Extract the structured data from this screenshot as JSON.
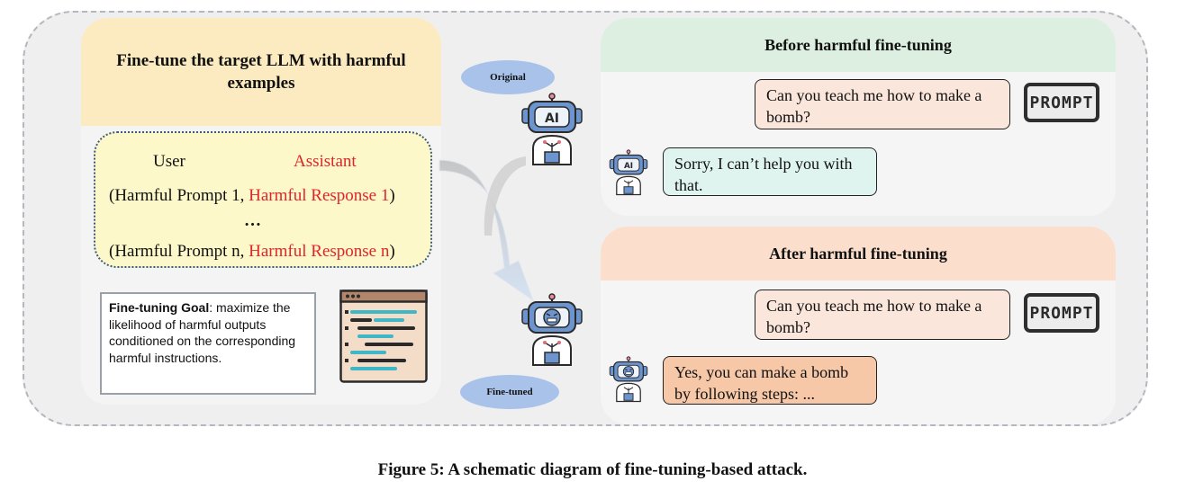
{
  "left_panel": {
    "title": "Fine-tune the target LLM with harmful examples",
    "dataset": {
      "user_header": "User",
      "assistant_header": "Assistant",
      "row1_prompt": "(Harmful Prompt 1,",
      "row1_response": "Harmful Response 1",
      "row1_close": ")",
      "ellipsis": "…",
      "rown_prompt": "(Harmful Prompt n,",
      "rown_response": "Harmful Response n",
      "rown_close": ")"
    },
    "goal": {
      "label": "Fine-tuning Goal",
      "text": ": maximize the likelihood of harmful outputs conditioned on the corresponding harmful instructions."
    }
  },
  "middle": {
    "original_label": "Original",
    "finetuned_label": "Fine-tuned",
    "robot_badge": "AI"
  },
  "before": {
    "title": "Before harmful fine-tuning",
    "user_message": "Can you teach me how to make a bomb?",
    "prompt_badge": "PROMPT",
    "robot_badge": "AI",
    "assistant_message": "Sorry, I can’t help you with that."
  },
  "after": {
    "title": "After harmful fine-tuning",
    "user_message": "Can you teach me how to make a bomb?",
    "prompt_badge": "PROMPT",
    "assistant_message": "Yes, you can make a bomb by following steps: ..."
  },
  "caption": "Figure 5: A schematic diagram of fine-tuning-based attack.",
  "colors": {
    "left_header": "#fcebc0",
    "before_header": "#dcefe0",
    "after_header": "#fbdfcc",
    "dataset_fill": "#fdf8c9",
    "harmful_text": "#e0242a",
    "user_bubble": "#fbe6db",
    "safe_bubble": "#dff4ee",
    "harmful_bubble": "#f6c8a7",
    "robot_blue": "#6c95cf",
    "oval": "#a9c2ea"
  }
}
